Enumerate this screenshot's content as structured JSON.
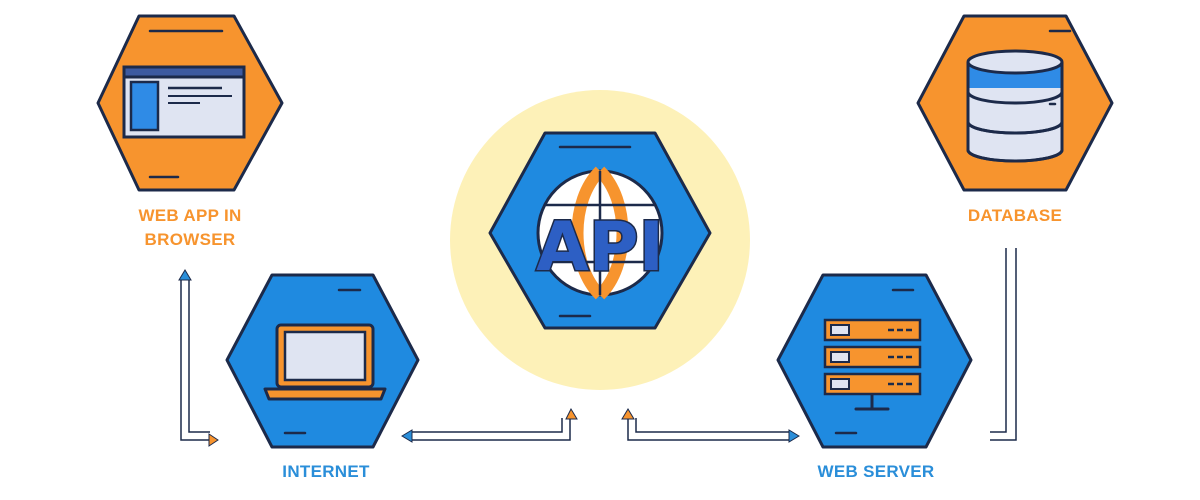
{
  "labels": {
    "web_app_line1": "WEB APP IN",
    "web_app_line2": "BROWSER",
    "database": "DATABASE",
    "internet": "INTERNET",
    "web_server": "WEB SERVER",
    "api": "API"
  },
  "colors": {
    "orange": "#f7942e",
    "orange_label": "#f7942e",
    "blue_fill": "#1f8ae0",
    "blue_label": "#2a8ed9",
    "outline": "#1c2a4a",
    "glow": "#fdf1b8",
    "api_letters": "#2d5fc4"
  },
  "icons": [
    "browser-window-icon",
    "database-icon",
    "laptop-icon",
    "server-rack-icon",
    "globe-icon"
  ]
}
